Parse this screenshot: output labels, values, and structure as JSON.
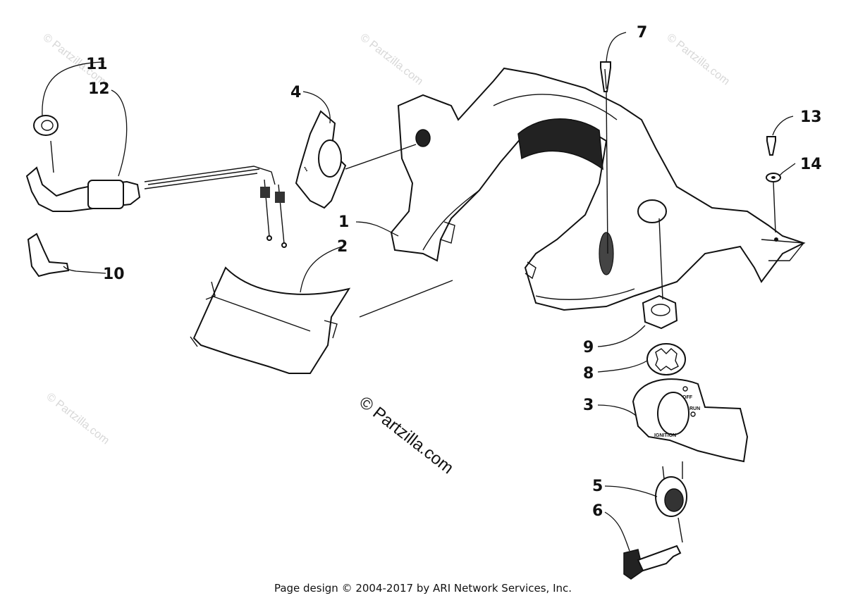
{
  "callouts": {
    "c1": "1",
    "c2": "2",
    "c3": "3",
    "c4": "4",
    "c5": "5",
    "c6": "6",
    "c7": "7",
    "c8": "8",
    "c9": "9",
    "c10": "10",
    "c11": "11",
    "c12": "12",
    "c13": "13",
    "c14": "14"
  },
  "plate_labels": {
    "off": "OFF",
    "run": "RUN",
    "ignition": "IGNITION"
  },
  "watermark": {
    "main": "© Partzilla.com",
    "repeat": "© Partzilla.com"
  },
  "footer": "Page design © 2004-2017 by ARI Network Services, Inc."
}
